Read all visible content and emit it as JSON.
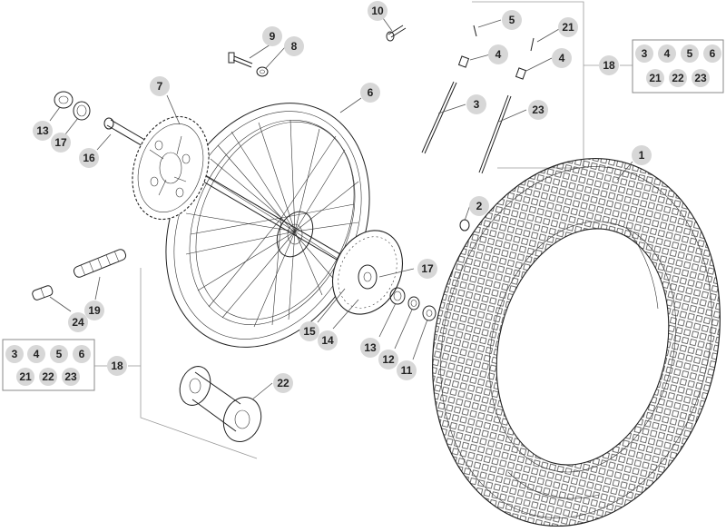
{
  "callouts": {
    "c1": "1",
    "c2": "2",
    "c3": "3",
    "c4a": "4",
    "c4b": "4",
    "c5": "5",
    "c6": "6",
    "c7": "7",
    "c8": "8",
    "c9": "9",
    "c10": "10",
    "c11": "11",
    "c12": "12",
    "c13a": "13",
    "c13b": "13",
    "c14": "14",
    "c15": "15",
    "c16": "16",
    "c17a": "17",
    "c17b": "17",
    "c18a": "18",
    "c18b": "18",
    "c19": "19",
    "c21": "21",
    "c22": "22",
    "c23": "23",
    "c24": "24"
  },
  "kit_top": {
    "label": "18",
    "items": [
      "3",
      "4",
      "5",
      "6",
      "21",
      "22",
      "23"
    ]
  },
  "kit_bottom": {
    "label": "18",
    "items": [
      "3",
      "4",
      "5",
      "6",
      "21",
      "22",
      "23"
    ]
  }
}
